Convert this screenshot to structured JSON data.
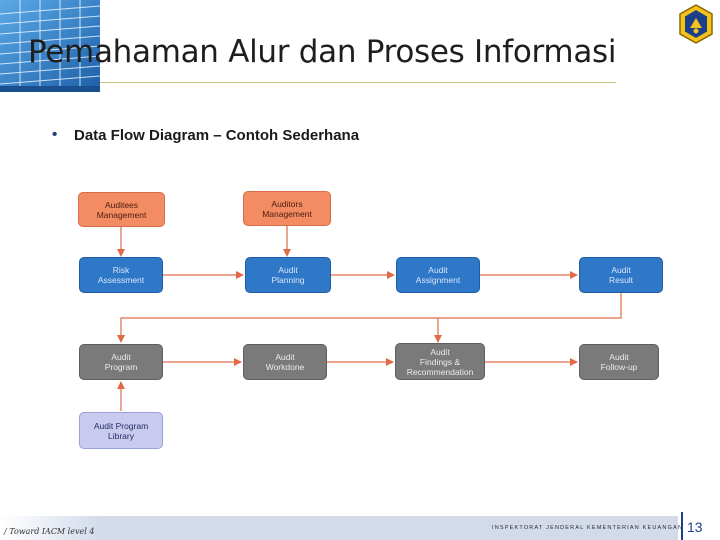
{
  "slide": {
    "title": "Pemahaman Alur dan Proses Informasi",
    "bullet_marker": "•",
    "bullet_text": "Data Flow Diagram – Contoh Sederhana",
    "footer_left": "/ Toward IACM level 4",
    "footer_org": "INSPEKTORAT JENDERAL KEMENTERIAN KEUANGAN",
    "page_number": "13"
  },
  "diagram": {
    "nodes": {
      "auditees_management": [
        "Auditees",
        "Management"
      ],
      "auditors_management": [
        "Auditors",
        "Management"
      ],
      "risk_assessment": [
        "Risk",
        "Assessment"
      ],
      "audit_planning": [
        "Audit",
        "Planning"
      ],
      "audit_assignment": [
        "Audit",
        "Assignment"
      ],
      "audit_result": [
        "Audit",
        "Result"
      ],
      "audit_program": [
        "Audit",
        "Program"
      ],
      "audit_workdone": [
        "Audit",
        "Workdone"
      ],
      "audit_findings": [
        "Audit",
        "Findings &",
        "Recommendation"
      ],
      "audit_followup": [
        "Audit",
        "Follow-up"
      ],
      "audit_program_library": [
        "Audit Program",
        "Library"
      ]
    },
    "edges": [
      {
        "from": "auditees_management",
        "to": "risk_assessment"
      },
      {
        "from": "auditors_management",
        "to": "audit_planning"
      },
      {
        "from": "risk_assessment",
        "to": "audit_planning"
      },
      {
        "from": "audit_planning",
        "to": "audit_assignment"
      },
      {
        "from": "audit_assignment",
        "to": "audit_result"
      },
      {
        "from": "audit_result",
        "to": "audit_program"
      },
      {
        "from": "audit_result",
        "to": "audit_findings"
      },
      {
        "from": "audit_program",
        "to": "audit_workdone"
      },
      {
        "from": "audit_workdone",
        "to": "audit_findings"
      },
      {
        "from": "audit_findings",
        "to": "audit_followup"
      },
      {
        "from": "audit_program_library",
        "to": "audit_program"
      }
    ],
    "colors": {
      "source": "#f38b63",
      "process": "#2f78c8",
      "activity": "#7a7a7a",
      "library": "#c8cbee",
      "arrow": "#e06a47"
    }
  }
}
